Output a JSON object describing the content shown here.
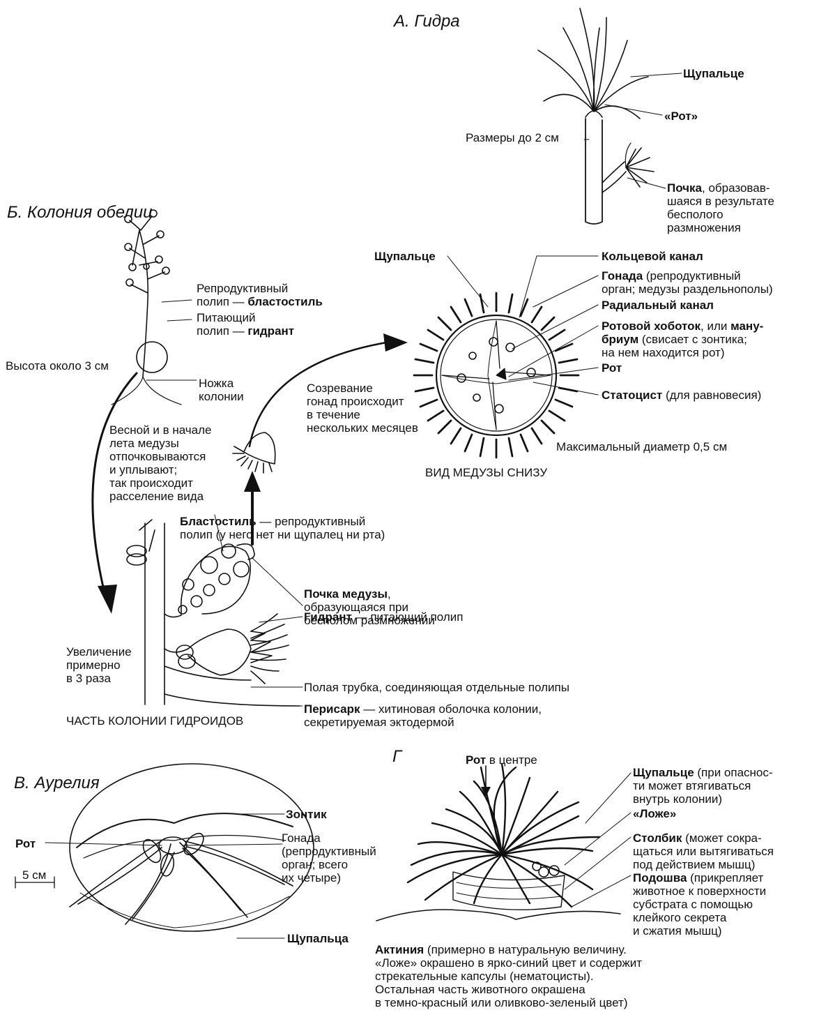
{
  "hydra": {
    "title": "А. Гидра",
    "tentacle_label": "Щупальце",
    "mouth_label": "«Рот»",
    "size": "Размеры до 2 см",
    "bud_bold": "Почка",
    "bud_rest": ", образовав-",
    "bud_lines": [
      "шаяся в результате",
      "бесполого",
      "размножения"
    ]
  },
  "obelia": {
    "title": "Б. Колония обелии",
    "repro_line1": "Репродуктивный",
    "repro_line2": "полип — ",
    "repro_bold": "бластостиль",
    "feed_line1": "Питающий",
    "feed_line2": "полип — ",
    "feed_bold": "гидрант",
    "height": "Высота около 3 см",
    "stalk_lines": [
      "Ножка",
      "колонии"
    ],
    "spring_lines": [
      "Весной и в начале",
      "лета медузы",
      "отпочковываются",
      "и уплывают;",
      "так происходит",
      "расселение вида"
    ],
    "maturation_lines": [
      "Созревание",
      "гонад происходит",
      "в течение",
      "нескольких месяцев"
    ],
    "blastostyle_bold": "Бластостиль",
    "blastostyle_rest": " — репродуктивный",
    "blastostyle_line2": "полип (у него нет ни щупалец ни рта)",
    "medusa_bud_bold": "Почка медузы",
    "medusa_bud_rest": ",",
    "medusa_bud_lines": [
      "образующаяся при",
      "бесполом размножении"
    ],
    "hydranth_bold": "Гидрант",
    "hydranth_rest": " — питающий полип",
    "magnification_lines": [
      "Увеличение",
      "примерно",
      "в 3 раза"
    ],
    "hollow_tube": "Полая трубка, соединяющая отдельные полипы",
    "perisarc_bold": "Перисарк",
    "perisarc_rest": " — хитиновая оболочка колонии,",
    "perisarc_line2": "секретируемая эктодермой",
    "colony_caption": "ЧАСТЬ КОЛОНИИ ГИДРОИДОВ"
  },
  "medusa": {
    "tentacle": "Щупальце",
    "ring_canal": "Кольцевой канал",
    "gonad_bold": "Гонада",
    "gonad_rest": " (репродуктивный",
    "gonad_line2": "орган;  медузы раздельнополы)",
    "radial_canal": "Радиальный канал",
    "manubrium_bold1": "Ротовой хоботок",
    "manubrium_rest1": ", или ",
    "manubrium_bold2": "ману-",
    "manubrium_bold3": "бриум",
    "manubrium_rest2": "  (свисает с зонтика;",
    "manubrium_line3": "на нем находится рот)",
    "mouth": "Рот",
    "statocyst_bold": "Статоцист",
    "statocyst_rest": " (для равновесия)",
    "max_diameter": "Максимальный диаметр 0,5 см",
    "view_caption": "ВИД МЕДУЗЫ СНИЗУ"
  },
  "aurelia": {
    "title": "В. Аурелия",
    "umbrella": "Зонтик",
    "mouth": "Рот",
    "gonad_lines": [
      "Гонада",
      "(репродуктивный",
      "орган; всего",
      "их четыре)"
    ],
    "scale": "5 см",
    "tentacles": "Щупальца"
  },
  "actinia": {
    "title": "Г",
    "mouth_bold": "Рот",
    "mouth_rest": " в центре",
    "tentacle_bold": "Щупальце",
    "tentacle_rest": " (при опаснос-",
    "tentacle_lines": [
      "ти может втягиваться",
      "внутрь колонии)"
    ],
    "bed": "«Ложе»",
    "column_bold": "Столбик",
    "column_rest": " (может сокра-",
    "column_lines": [
      "щаться или вытягиваться",
      "под действием мышц)"
    ],
    "foot_bold": "Подошва",
    "foot_rest": " (прикрепляет",
    "foot_lines": [
      "животное к поверхности",
      "субстрата с помощью",
      "клейкого секрета",
      "и сжатия мышц)"
    ],
    "caption_bold": "Актиния",
    "caption_rest": " (примерно в натуральную величину.",
    "caption_lines": [
      "«Ложе» окрашено в ярко-синий цвет и содержит",
      "стрекательные капсулы (нематоцисты).",
      "Остальная часть животного окрашена",
      "в темно-красный или оливково-зеленый цвет)"
    ]
  }
}
